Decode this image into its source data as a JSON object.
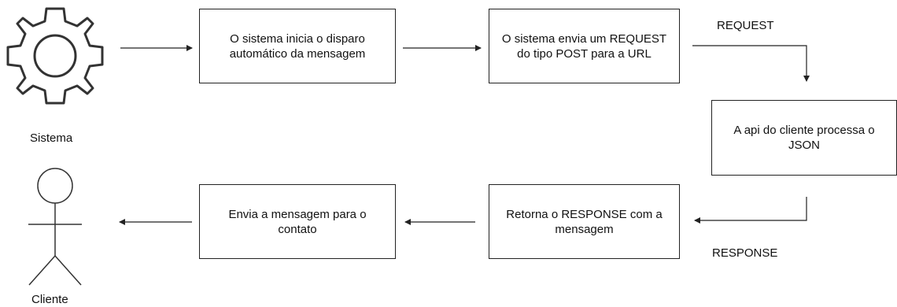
{
  "actors": {
    "system_label": "Sistema",
    "client_label": "Cliente"
  },
  "steps": {
    "step1": "O sistema inicia o disparo automático da mensagem",
    "step2": "O sistema envia um REQUEST do tipo POST para a URL",
    "step3": "A api do cliente processa o JSON",
    "step4": "Retorna o RESPONSE com a mensagem",
    "step5": "Envia a mensagem para o contato"
  },
  "edge_labels": {
    "request": "REQUEST",
    "response": "RESPONSE"
  },
  "icons": {
    "system": "gear-icon",
    "client": "actor-stick-figure-icon"
  },
  "colors": {
    "stroke": "#222222",
    "background": "#ffffff"
  }
}
